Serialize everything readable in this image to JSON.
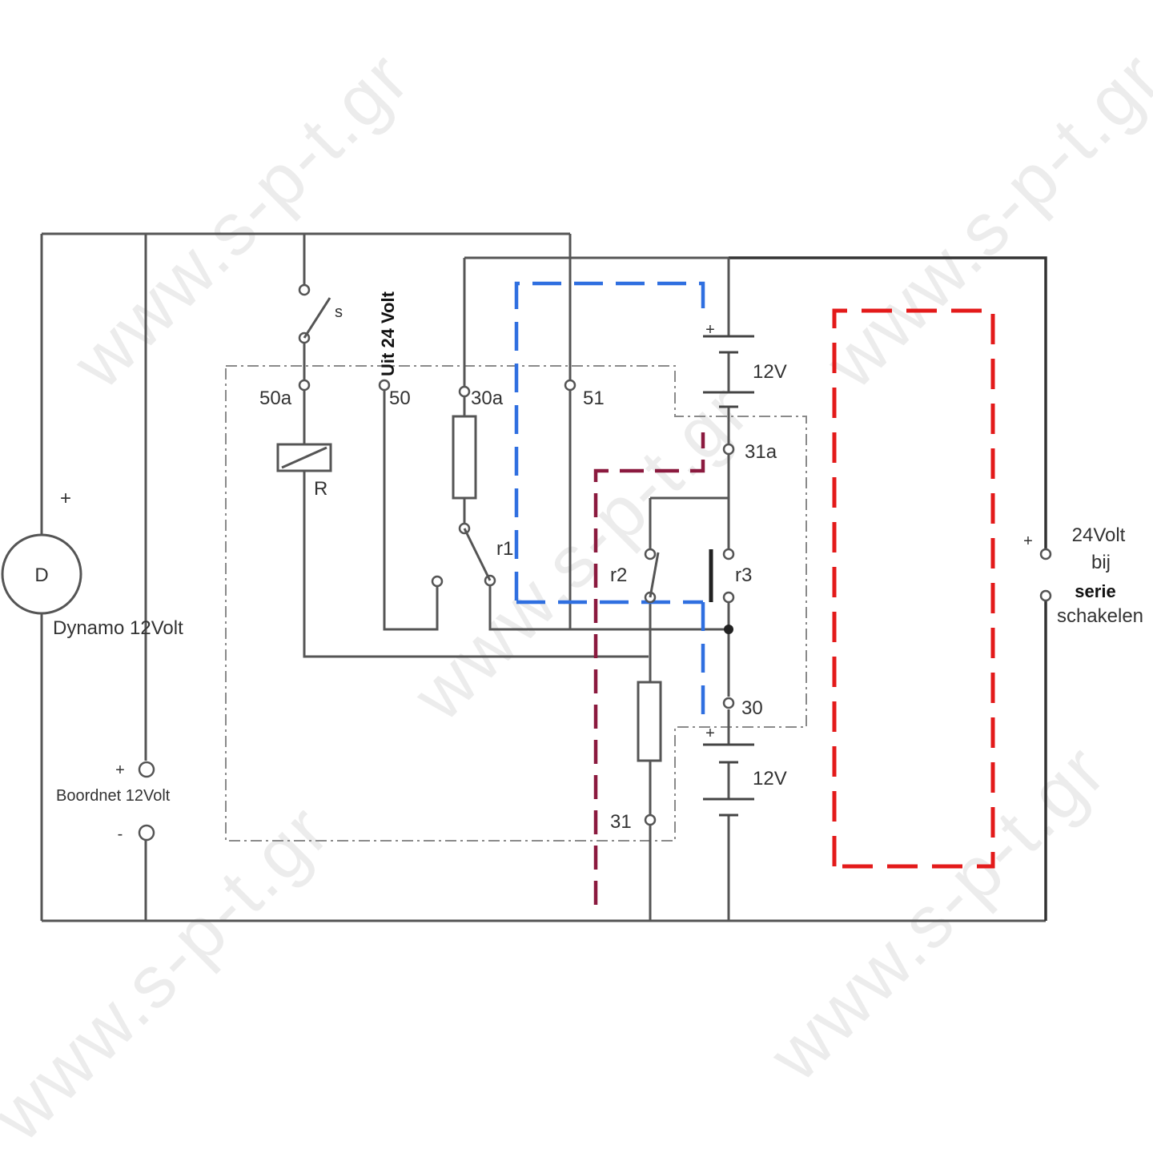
{
  "components": {
    "dynamo_symbol": "D",
    "dynamo_label": "Dynamo 12Volt",
    "dynamo_plus": "+",
    "boordnet_label": "Boordnet 12Volt",
    "boordnet_plus": "+",
    "boordnet_minus": "-",
    "switch_label": "s",
    "relay_label": "R",
    "uit_label": "Uit 24 Volt",
    "battery_top_label": "12V",
    "battery_top_plus": "+",
    "battery_bottom_label": "12V",
    "battery_bottom_plus": "+",
    "contact_r1": "r1",
    "contact_r2": "r2",
    "contact_r3": "r3"
  },
  "terminals": {
    "t50a": "50a",
    "t50": "50",
    "t30a": "30a",
    "t51": "51",
    "t31a": "31a",
    "t30": "30",
    "t31": "31"
  },
  "series_note": {
    "plus": "+",
    "line1": "24Volt",
    "line2": "bij",
    "line3": "serie",
    "line4": "schakelen"
  },
  "watermark": "www.s-p-t.gr",
  "colors": {
    "blue_dash": "#2f6fe0",
    "red_dash": "#e31a1a",
    "maroon_dash": "#8b1a3f",
    "wire": "#555555"
  }
}
